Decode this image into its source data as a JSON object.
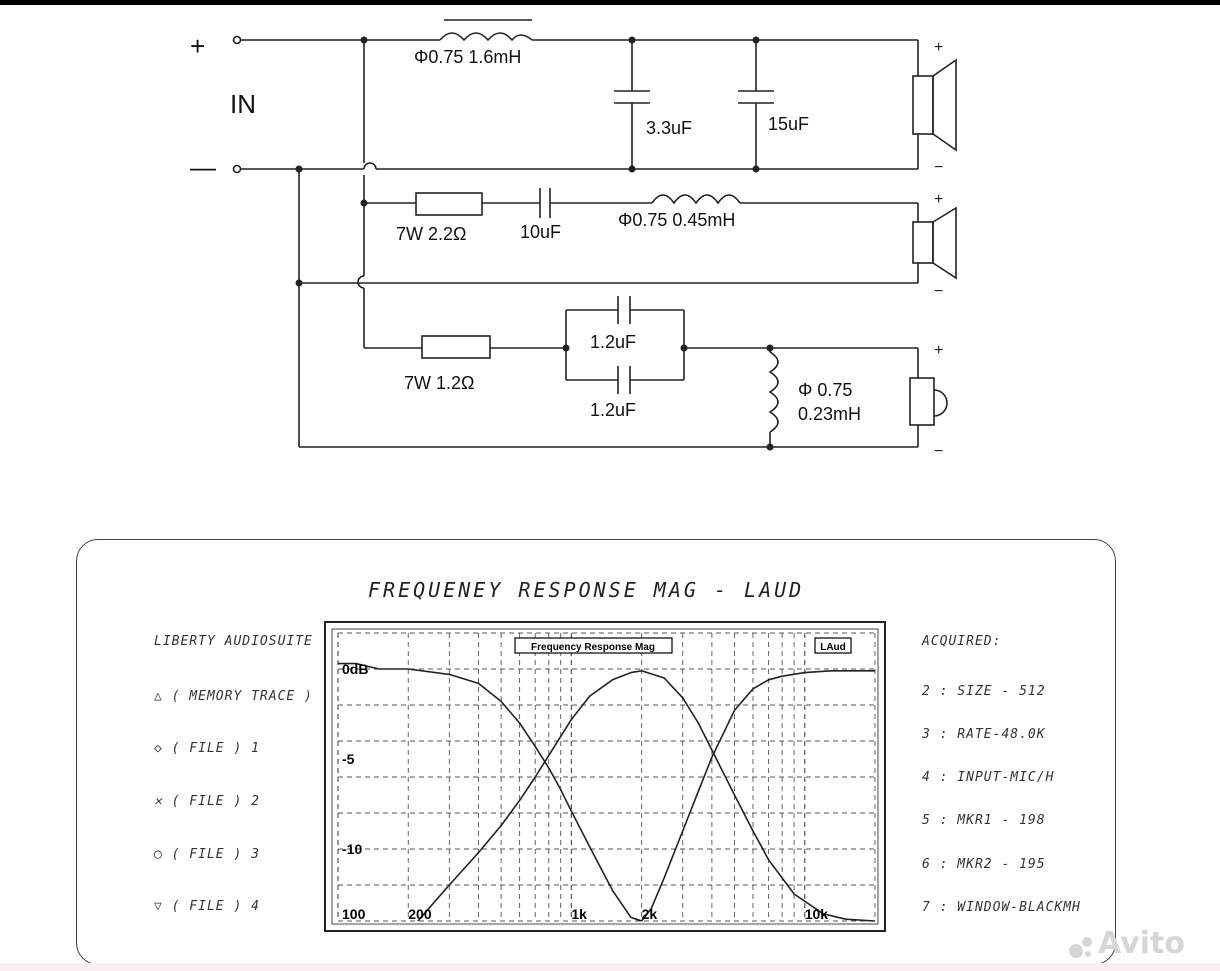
{
  "schematic": {
    "input": {
      "plus_symbol": "+",
      "minus_symbol": "—",
      "label": "IN"
    },
    "woofer": {
      "inductor_label": "Φ0.75  1.6mH",
      "cap1_label": "3.3uF",
      "cap2_label": "15uF",
      "plus": "+",
      "minus": "−"
    },
    "midrange": {
      "resistor_label": "7W 2.2Ω",
      "cap_label": "10uF",
      "inductor_label": "Φ0.75  0.45mH",
      "plus": "+",
      "minus": "−"
    },
    "tweeter": {
      "resistor_label": "7W 1.2Ω",
      "cap1_label": "1.2uF",
      "cap2_label": "1.2uF",
      "inductor_label_1": "Φ 0.75",
      "inductor_label_2": "0.23mH",
      "plus": "+",
      "minus": "−"
    }
  },
  "panel": {
    "title": "FREQUENEY RESPONSE MAG - LAUD",
    "left_menu": [
      "LIBERTY AUDIOSUITE",
      "△ ( MEMORY TRACE )",
      "◇ ( FILE ) 1",
      "✕ ( FILE ) 2",
      "◯ ( FILE ) 3",
      "▽ ( FILE ) 4"
    ],
    "right_info": [
      "ACQUIRED:",
      "2 :  SIZE - 512",
      "3 :  RATE-48.0K",
      "4 : INPUT-MIC/H",
      "5 :  MKR1 - 198",
      "6 :  MKR2 - 195",
      "7 :  WINDOW-BLACKMH"
    ]
  },
  "chart_data": {
    "type": "line",
    "title": "Frequency Response Mag",
    "tag": "LAud",
    "x_scale": "log",
    "xlim": [
      100,
      20000
    ],
    "ylim": [
      -14,
      2
    ],
    "x_tick_labels": [
      {
        "value": 100,
        "label": "100"
      },
      {
        "value": 200,
        "label": "200"
      },
      {
        "value": 1000,
        "label": "1k"
      },
      {
        "value": 2000,
        "label": "2k"
      },
      {
        "value": 10000,
        "label": "10k"
      }
    ],
    "y_tick_labels": [
      {
        "value": 0,
        "label": "0dB"
      },
      {
        "value": -5,
        "label": "-5"
      },
      {
        "value": -10,
        "label": "-10"
      }
    ],
    "grid": true,
    "series": [
      {
        "x": [
          100,
          120,
          150,
          200,
          300,
          400,
          500,
          600,
          700,
          800,
          900,
          1000,
          1200,
          1500,
          1800,
          2000
        ],
        "y": [
          0.3,
          0.3,
          0.0,
          0.0,
          -0.3,
          -0.8,
          -1.8,
          -3.0,
          -4.3,
          -5.5,
          -6.7,
          -7.9,
          -9.9,
          -12.3,
          -13.8,
          -14.0
        ],
        "color": "#222222"
      },
      {
        "x": [
          220,
          300,
          400,
          500,
          600,
          700,
          800,
          1000,
          1200,
          1500,
          1800,
          2000,
          2500,
          3000,
          3500,
          4000,
          5000,
          6000,
          7000,
          9000,
          12000,
          15000,
          20000
        ],
        "y": [
          -14.0,
          -12.0,
          -10.2,
          -8.7,
          -7.3,
          -6.0,
          -4.8,
          -2.8,
          -1.5,
          -0.6,
          -0.2,
          -0.1,
          -0.5,
          -1.6,
          -3.0,
          -4.5,
          -7.0,
          -9.0,
          -10.6,
          -12.5,
          -13.6,
          -13.9,
          -14.0
        ],
        "color": "#222222"
      },
      {
        "x": [
          2000,
          2200,
          2500,
          3000,
          3500,
          4000,
          5000,
          6000,
          7000,
          8000,
          10000,
          13000,
          20000
        ],
        "y": [
          -14.0,
          -13.3,
          -11.6,
          -9.0,
          -6.8,
          -4.9,
          -2.3,
          -1.1,
          -0.6,
          -0.4,
          -0.2,
          -0.1,
          -0.1
        ],
        "color": "#222222"
      }
    ]
  },
  "watermark": "Avito"
}
